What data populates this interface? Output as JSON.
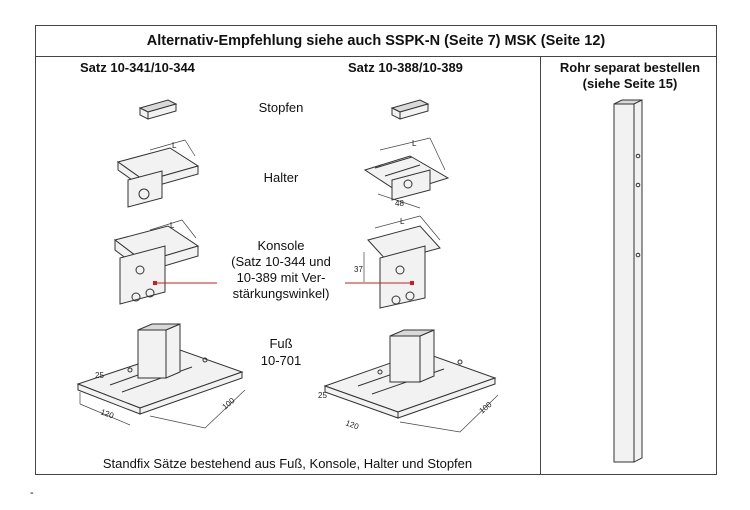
{
  "header": {
    "title": "Alternativ-Empfehlung siehe auch SSPK-N (Seite 7) MSK (Seite 12)"
  },
  "columns": {
    "left_title": "Satz 10-341/10-344",
    "mid_title": "Satz 10-388/10-389",
    "right_title_line1": "Rohr separat bestellen",
    "right_title_line2": "(siehe Seite 15)"
  },
  "labels": {
    "stopfen": "Stopfen",
    "halter": "Halter",
    "konsole_1": "Konsole",
    "konsole_2": "(Satz 10-344 und",
    "konsole_3": "10-389 mit Ver-",
    "konsole_4": "stärkungswinkel)",
    "fuss_1": "Fuß",
    "fuss_2": "10-701"
  },
  "dimensions": {
    "l": "L",
    "d48": "48",
    "d37": "37",
    "d25": "25",
    "d120": "120",
    "d100": "100"
  },
  "footer": {
    "note": "Standfix Sätze bestehend aus Fuß, Konsole, Halter und Stopfen"
  },
  "misc": {
    "dash": "-"
  }
}
